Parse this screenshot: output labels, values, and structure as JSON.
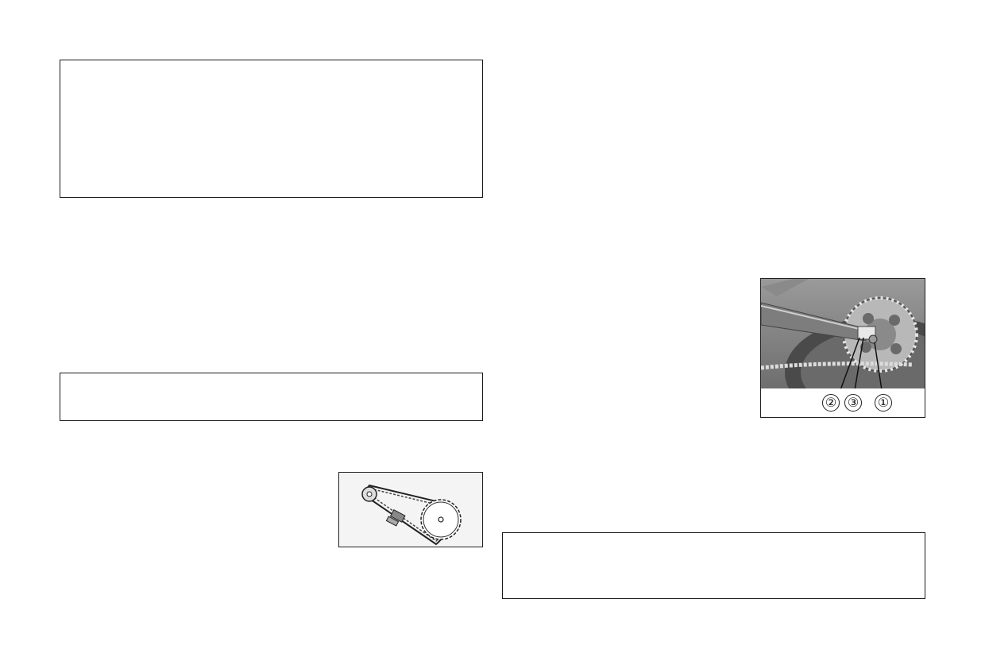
{
  "figures": {
    "axle_callouts": [
      "②",
      "③",
      "①"
    ]
  }
}
